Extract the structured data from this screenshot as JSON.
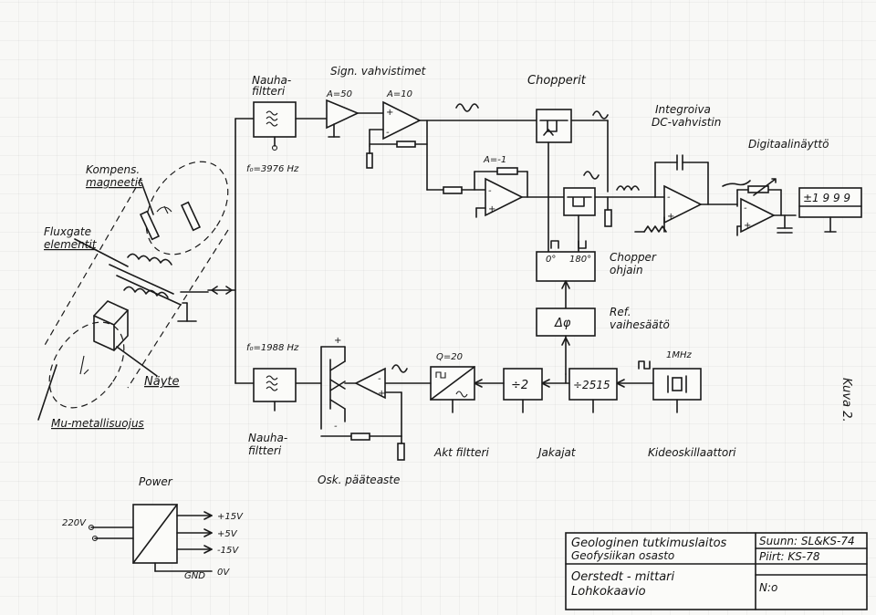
{
  "labels": {
    "sign_vahvistimet": "Sign. vahvistimet",
    "nauha_filtteri_top_1": "Nauha-",
    "nauha_filtteri_top_2": "filtteri",
    "gain_50": "A=50",
    "gain_10": "A=10",
    "gain_minus1": "A=-1",
    "chopperit": "Chopperit",
    "integroiva_1": "Integroiva",
    "integroiva_2": "DC-vahvistin",
    "digitaalinaytto": "Digitaalinäyttö",
    "display_value": "±1 9 9 9",
    "f0_top": "f₀=3976 Hz",
    "kompens_1": "Kompens.",
    "kompens_2": "magneetit",
    "fluxgate_1": "Fluxgate",
    "fluxgate_2": "elementit",
    "chopper_0": "0°",
    "chopper_180": "180°",
    "chopper_ohjain_1": "Chopper",
    "chopper_ohjain_2": "ohjain",
    "delta_phi": "Δφ",
    "ref_1": "Ref.",
    "ref_2": "vaihesäätö",
    "f0_bottom": "f₀=1988 Hz",
    "q_20": "Q=20",
    "freq_1mhz": "1MHz",
    "div_2": "÷2",
    "div_2515": "÷2515",
    "nayte": "Näyte",
    "kuva": "Kuva 2.",
    "mu_metal": "Mu-metallisuojus",
    "nauha_filtteri_bot_1": "Nauha-",
    "nauha_filtteri_bot_2": "filtteri",
    "akt_filtteri": "Akt filtteri",
    "jakajat": "Jakajat",
    "kideoskillaattori": "Kideoskillaattori",
    "osk_paateaste": "Osk. pääteaste",
    "power": "Power",
    "v220": "220V",
    "plus15": "+15V",
    "plus5": "+5V",
    "minus15": "-15V",
    "gnd": "GND",
    "ov": "0V"
  },
  "title_block": {
    "org_1": "Geologinen tutkimuslaitos",
    "org_2": "Geofysiikan osasto",
    "suunn": "Suunn: SL&KS-74",
    "piirt": "Piirt: KS-78",
    "name_1": "Oerstedt - mittari",
    "name_2": "Lohkokaavio",
    "no": "N:o"
  }
}
